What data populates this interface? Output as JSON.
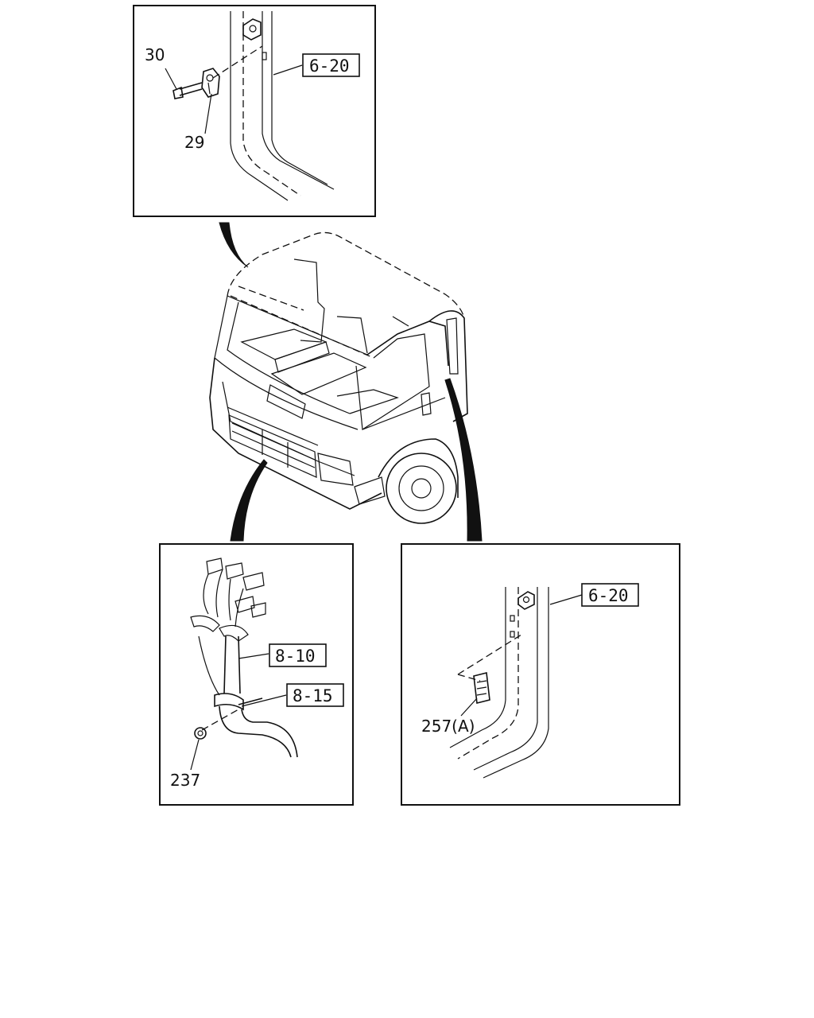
{
  "diagram": {
    "panels": {
      "top": {
        "callouts": [
          "30",
          "29"
        ],
        "ref_box": "6-20"
      },
      "bottom_left": {
        "callouts": [
          "237"
        ],
        "ref_boxes": [
          "8-10",
          "8-15"
        ]
      },
      "bottom_right": {
        "callouts": [
          "257(A)"
        ],
        "ref_box": "6-20"
      }
    }
  }
}
